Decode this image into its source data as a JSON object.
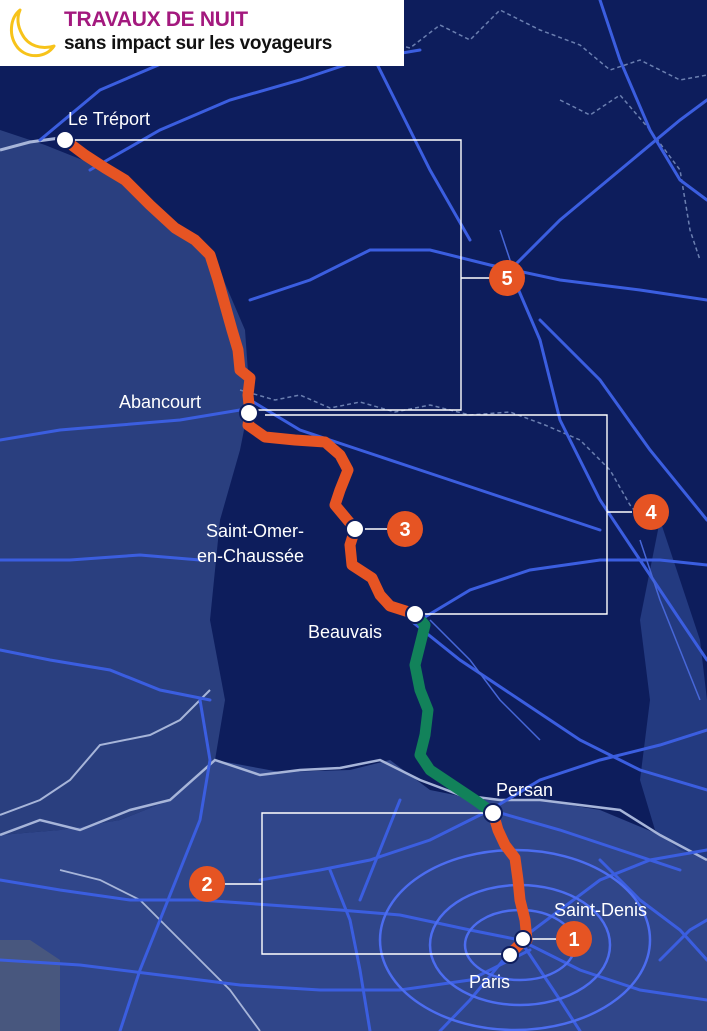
{
  "legend": {
    "title": "TRAVAUX DE NUIT",
    "subtitle": "sans impact sur les voyageurs",
    "icon": "crescent-moon-icon"
  },
  "cities": {
    "le_treport": "Le Tréport",
    "abancourt": "Abancourt",
    "saint_omer_line1": "Saint-Omer-",
    "saint_omer_line2": "en-Chaussée",
    "beauvais": "Beauvais",
    "persan": "Persan",
    "saint_denis": "Saint-Denis",
    "paris": "Paris"
  },
  "work_zones": {
    "zone_1": "1",
    "zone_2": "2",
    "zone_3": "3",
    "zone_4": "4",
    "zone_5": "5"
  },
  "colors": {
    "map_background": "#0d1d5c",
    "land_light": "#2d4283",
    "road": "#3b5ee0",
    "border": "#a7b5d9",
    "night_works_route": "#e65423",
    "normal_route": "#12825a",
    "badge": "#e65423",
    "legend_title": "#a3197e",
    "moon_icon": "#f7c31a"
  }
}
